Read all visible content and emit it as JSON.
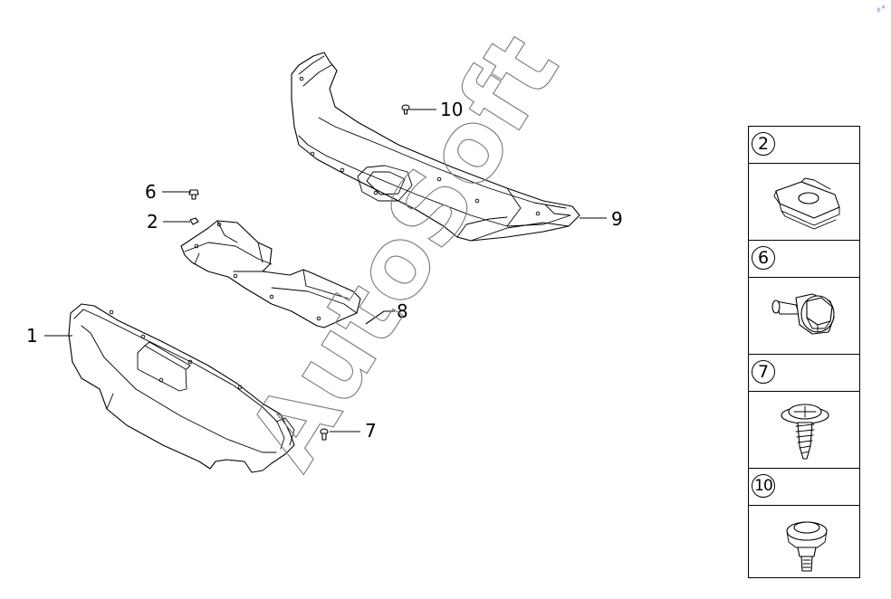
{
  "callouts": {
    "c1": "1",
    "c2": "2",
    "c6": "6",
    "c7": "7",
    "c8": "8",
    "c9": "9",
    "c10": "10"
  },
  "watermark": "AutoSoft",
  "corner_mark": "ıf ∞",
  "legend": [
    {
      "number": "2",
      "icon": "speed-nut-clip-icon"
    },
    {
      "number": "6",
      "icon": "hex-bolt-icon"
    },
    {
      "number": "7",
      "icon": "tapping-screw-icon"
    },
    {
      "number": "10",
      "icon": "push-rivet-icon"
    }
  ]
}
